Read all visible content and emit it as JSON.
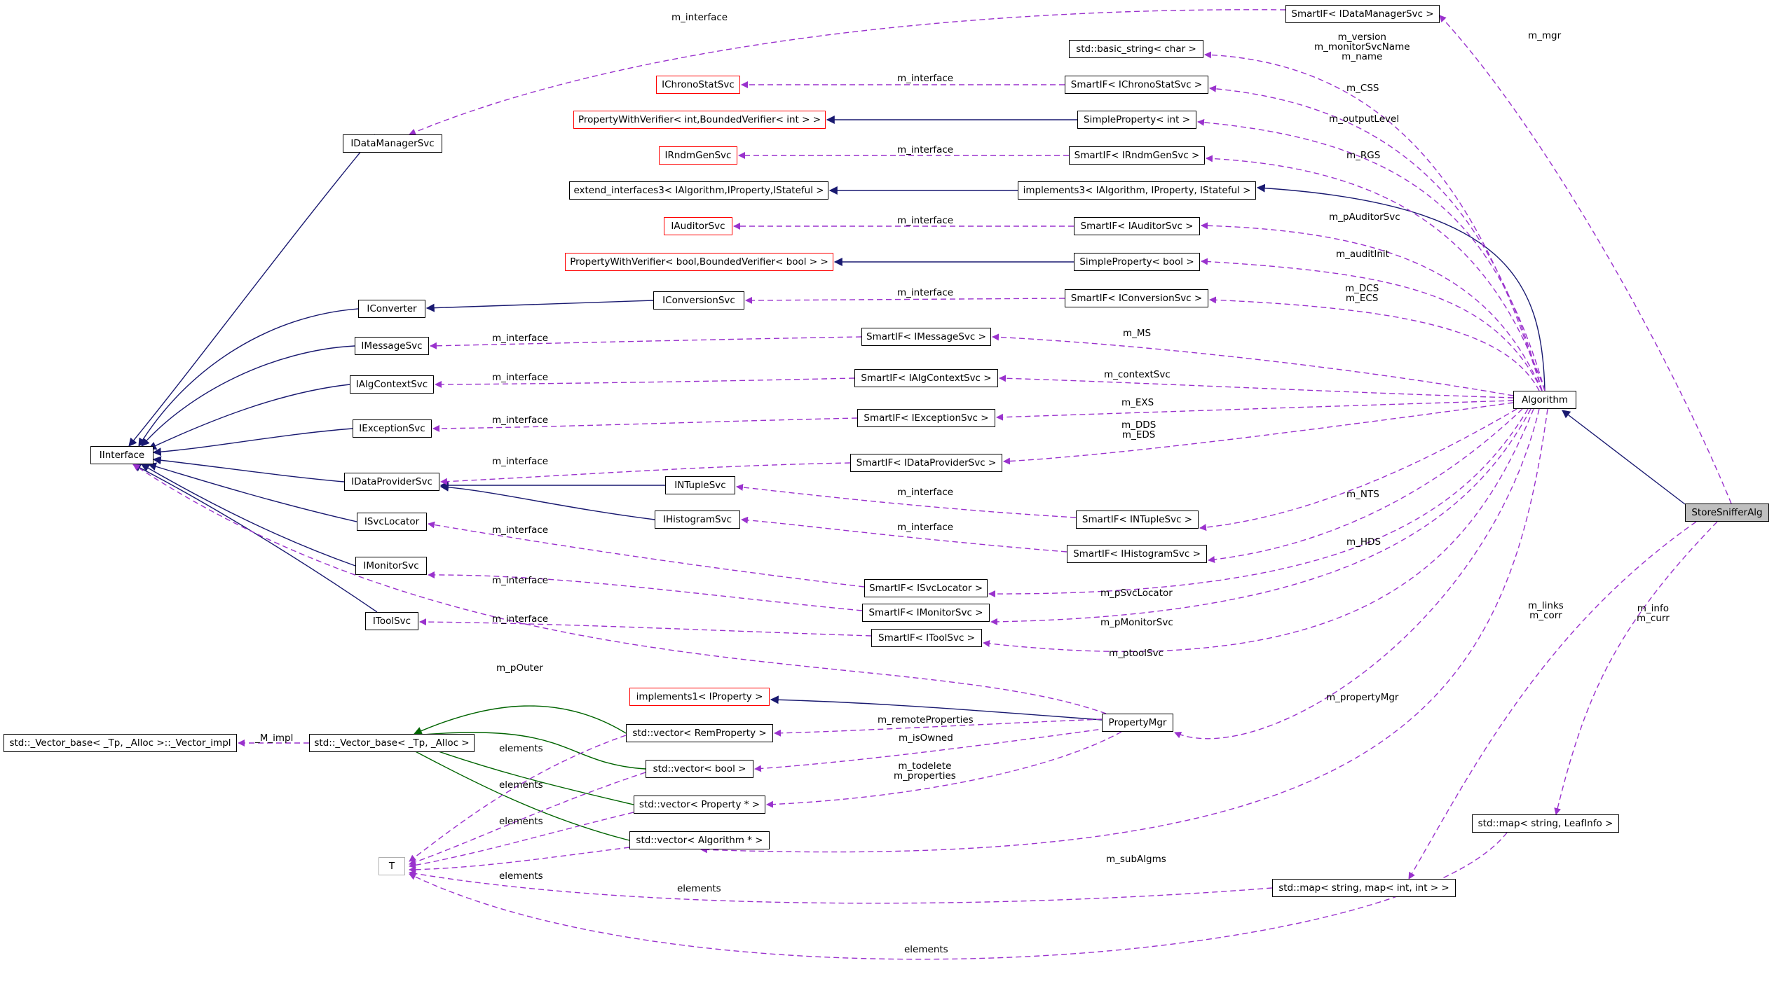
{
  "colors": {
    "dependency": "#9a32cd",
    "inheritance": "#191970",
    "template": "#006400",
    "undocumented_border": "#ff0000"
  },
  "nodes": {
    "smartif_idatamanagersvc": "SmartIF< IDataManagerSvc >",
    "std_basic_string": "std::basic_string< char >",
    "ichronostatsvc": "IChronoStatSvc",
    "smartif_ichronostatsvc": "SmartIF< IChronoStatSvc >",
    "propertywithverifier_int": "PropertyWithVerifier< int,BoundedVerifier< int > >",
    "simpleproperty_int": "SimpleProperty< int >",
    "irndmgensvc": "IRndmGenSvc",
    "smartif_irndmgensvc": "SmartIF< IRndmGenSvc >",
    "extend_interfaces3": "extend_interfaces3< IAlgorithm,IProperty,IStateful >",
    "implements3": "implements3< IAlgorithm, IProperty, IStateful >",
    "iauditorsvc": "IAuditorSvc",
    "smartif_iauditorsvc": "SmartIF< IAuditorSvc >",
    "propertywithverifier_bool": "PropertyWithVerifier< bool,BoundedVerifier< bool > >",
    "simpleproperty_bool": "SimpleProperty< bool >",
    "idatamanagersvc": "IDataManagerSvc",
    "iconverter": "IConverter",
    "iconversionsvc": "IConversionSvc",
    "smartif_iconversionsvc": "SmartIF< IConversionSvc >",
    "imessagesvc": "IMessageSvc",
    "smartif_imessagesvc": "SmartIF< IMessageSvc >",
    "ialgcontextsvc": "IAlgContextSvc",
    "smartif_ialgcontextsvc": "SmartIF< IAlgContextSvc >",
    "iinterface": "IInterface",
    "iexceptionsvc": "IExceptionSvc",
    "smartif_iexceptionsvc": "SmartIF< IExceptionSvc >",
    "algorithm": "Algorithm",
    "idataprovidersvc": "IDataProviderSvc",
    "smartif_idataprovidersvc": "SmartIF< IDataProviderSvc >",
    "intuplesvc": "INTupleSvc",
    "smartif_intuplesvc": "SmartIF< INTupleSvc >",
    "storesnifferalg": "StoreSnifferAlg",
    "ihistogramsvc": "IHistogramSvc",
    "smartif_ihistogramsvc": "SmartIF< IHistogramSvc >",
    "isvclocator": "ISvcLocator",
    "smartif_isvclocator": "SmartIF< ISvcLocator >",
    "imonitorsvc": "IMonitorSvc",
    "smartif_imonitorsvc": "SmartIF< IMonitorSvc >",
    "itoolsvc": "IToolSvc",
    "smartif_itoolsvc": "SmartIF< IToolSvc >",
    "implements1": "implements1< IProperty >",
    "propertymgr": "PropertyMgr",
    "vector_base_impl": "std::_Vector_base< _Tp, _Alloc >::_Vector_impl",
    "vector_base": "std::_Vector_base< _Tp, _Alloc >",
    "vector_remproperty": "std::vector< RemProperty >",
    "vector_bool": "std::vector< bool >",
    "vector_property": "std::vector< Property * >",
    "vector_algorithm": "std::vector< Algorithm * >",
    "t": "T",
    "map_leafinfo": "std::map< string, LeafInfo >",
    "map_map": "std::map< string, map< int, int > >"
  },
  "labels": {
    "m_interface_top": "m_interface",
    "m_mgr": "m_mgr",
    "m_version_group": "m_version\nm_monitorSvcName\nm_name",
    "m_interface_chrono": "m_interface",
    "m_css": "m_CSS",
    "m_outputlevel": "m_outputLevel",
    "m_interface_rndm": "m_interface",
    "m_rgs": "m_RGS",
    "m_pauditorsvc": "m_pAuditorSvc",
    "m_interface_auditor": "m_interface",
    "m_auditinit": "m_auditInit",
    "m_interface_conv": "m_interface",
    "m_dcs_ecs": "m_DCS\nm_ECS",
    "m_interface_msg": "m_interface",
    "m_ms": "m_MS",
    "m_interface_ctx": "m_interface",
    "m_contextsvc": "m_contextSvc",
    "m_interface_exc": "m_interface",
    "m_exs": "m_EXS",
    "m_dds_eds": "m_DDS\nm_EDS",
    "m_interface_dp": "m_interface",
    "m_interface_ntuple": "m_interface",
    "m_nts": "m_NTS",
    "m_interface_hist": "m_interface",
    "m_hds": "m_HDS",
    "m_interface_svcloc": "m_interface",
    "m_psvclocator": "m_pSvcLocator",
    "m_interface_mon": "m_interface",
    "m_pmonitorsvc": "m_pMonitorSvc",
    "m_interface_tool": "m_interface",
    "m_ptoolsvc": "m_ptoolSvc",
    "m_links_corr": "m_links\nm_corr",
    "m_info_curr": "m_info\nm_curr",
    "m_pouter": "m_pOuter",
    "m_propertymgr": "m_propertyMgr",
    "m_impl": "_M_impl",
    "m_remoteproperties": "m_remoteProperties",
    "m_isowned": "m_isOwned",
    "m_todelete_props": "m_todelete\nm_properties",
    "elements_1": "elements",
    "elements_2": "elements",
    "elements_3": "elements",
    "elements_4": "elements",
    "elements_5": "elements",
    "elements_6": "elements",
    "m_subalgms": "m_subAlgms"
  }
}
